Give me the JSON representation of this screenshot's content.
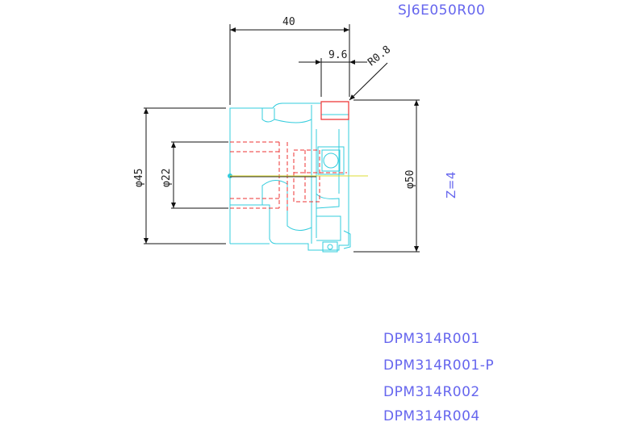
{
  "drawing": {
    "part_number": "SJ6E050R00",
    "teeth_label": "Z=4",
    "dimensions": {
      "length": "40",
      "insert_offset": "9.6",
      "corner_radius": "R0.8",
      "shank_diameter": "φ45",
      "bore_diameter": "φ22",
      "cutting_diameter": "φ50"
    },
    "insert_codes": [
      "DPM314R001",
      "DPM314R001-P",
      "DPM314R002",
      "DPM314R004"
    ],
    "colors": {
      "outline": "#33ccdd",
      "hidden": "#ee3333",
      "dimension": "#111111",
      "label": "#6666ee",
      "center": "#dddd33"
    }
  }
}
